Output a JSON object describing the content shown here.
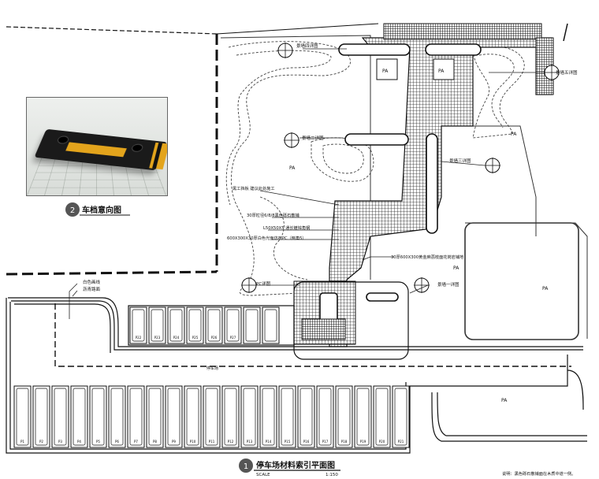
{
  "photo": {
    "caption_number": "2",
    "caption": "车档意向图"
  },
  "title_block": {
    "number": "1",
    "title": "停车场材料索引平面图",
    "scale_label": "SCALE",
    "scale_value": "1:150"
  },
  "note": "说明：黑色砾石散铺面在木质中道一侧。",
  "area_labels": {
    "pa_1": "PA",
    "pa_2": "PA",
    "pa_3": "PA",
    "pa_4": "PA",
    "pa_5": "PA",
    "pa_6": "PA",
    "pa_7": "PA"
  },
  "callouts": {
    "detail_top": "景墙四详图",
    "detail_5": "景墙五详图",
    "detail_2_left": "景墙二详图",
    "detail_3": "景墙三详图",
    "detail_1": "景墙一详图",
    "detail_pc": "PC详图",
    "material_1": "黑工挡板  建议此处施工",
    "material_2": "30厚粒径6/8/8黑色砾石散铺",
    "material_3": "L50X50X5  通长镀锌角钢",
    "material_4": "600X300X30厚白色光面仿石PC（倒角5）",
    "material_5": "30厚600X300黄金麻荔枝面花岗岩铺地",
    "line_white": "白色画线",
    "line_asphalt": "沥青路面",
    "parking_label": "停车场"
  },
  "parking_stalls_upper": [
    "P22",
    "P23",
    "P24",
    "P25",
    "P26",
    "P27",
    "",
    ""
  ],
  "parking_stalls_lower": [
    "P1",
    "P2",
    "P3",
    "P4",
    "P5",
    "P6",
    "P7",
    "P8",
    "P9",
    "P10",
    "P11",
    "P12",
    "P13",
    "P14",
    "P15",
    "P16",
    "P17",
    "P18",
    "P19",
    "P20",
    "P21"
  ],
  "colors": {
    "line": "#111111",
    "paving": "#3a3a3a",
    "gravel": "#1c1c1c",
    "badge": "#555555"
  }
}
